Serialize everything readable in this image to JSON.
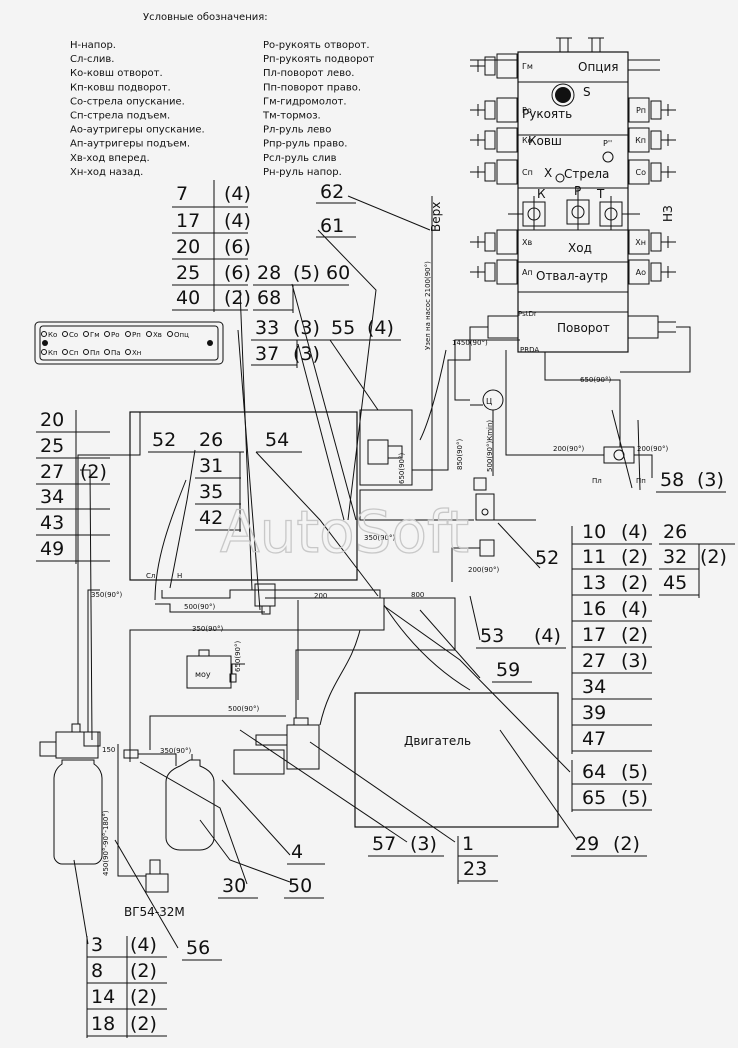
{
  "legend": {
    "title": "Условные обозначения:",
    "col1": [
      "Н-напор.",
      "Сл-слив.",
      "Ко-ковш отворот.",
      "Кп-ковш подворот.",
      "Со-стрела опускание.",
      "Сп-стрела подъем.",
      "Ао-аутригеры опускание.",
      "Ап-аутригеры подъем.",
      "Хв-ход вперед.",
      "Хн-ход назад."
    ],
    "col2": [
      "Ро-рукоять отворот.",
      "Рп-рукоять подворот",
      "Пл-поворот лево.",
      "Пп-поворот право.",
      "Гм-гидромолот.",
      "Тм-тормоз.",
      "Рл-руль лево",
      "Рпр-руль право.",
      "Рсл-руль слив",
      "Рн-руль напор."
    ]
  },
  "valve": {
    "label": "НЗ",
    "sections": [
      "Опция",
      "Рукоять",
      "Ковш",
      "Стрела",
      "Ход",
      "Отвал-аутр",
      "Поворот"
    ],
    "ports_left": [
      "Гм",
      "Ро",
      "Ко",
      "Сп",
      "Хв",
      "Ап"
    ],
    "ports_right": [
      "Рп",
      "Кп",
      "Со",
      "Хн",
      "Ао"
    ],
    "marks": [
      "S",
      "Р''",
      "К",
      "Р",
      "Т",
      "Х",
      "PstDr",
      "PRDA"
    ]
  },
  "engine": "Двигатель",
  "mou": "моу",
  "gauge": "ВГ54-32М",
  "verh": "Верх",
  "pump_node": "Узел на насос 2100(90°)",
  "hoses": [
    "1450(90°)",
    "650(90°)",
    "200(90°)",
    "200(90°)",
    "850(90°)",
    "500(90°)Кmin)",
    "350(90°)",
    "200(90°)",
    "350(90°)",
    "500(90°)",
    "200",
    "800",
    "350(90°)",
    "650(90°)",
    "500(90°)",
    "150",
    "350(90°)",
    "450(90°-90°-180°)",
    "650(90°)"
  ],
  "small_labels": [
    "Сл",
    "Н",
    "Пл",
    "Пп"
  ],
  "ports_block": {
    "top": [
      "Ко",
      "Со",
      "Гм",
      "Ро",
      "Рп",
      "Хв",
      "Опц"
    ],
    "bottom": [
      "Кп",
      "Сп",
      "Пл",
      "Па",
      "Хн"
    ]
  },
  "callouts": {
    "c62": "62",
    "c61": "61",
    "c7": "7",
    "q7": "(4)",
    "c17a": "17",
    "q17a": "(4)",
    "c20a": "20",
    "q20a": "(6)",
    "c25a": "25",
    "q25a": "(6)",
    "c40": "40",
    "q40": "(2)",
    "c28": "28",
    "q28": "(5)",
    "c60": "60",
    "c68": "68",
    "c33": "33",
    "q33": "(3)",
    "c55": "55",
    "q55": "(4)",
    "c37": "37",
    "q37": "(3)",
    "c20b": "20",
    "c25b": "25",
    "c27b": "27",
    "q27b": "(2)",
    "c34b": "34",
    "c43": "43",
    "c49": "49",
    "c52a": "52",
    "c26a": "26",
    "c54": "54",
    "c31": "31",
    "c35": "35",
    "c42": "42",
    "c58": "58",
    "q58": "(3)",
    "c10": "10",
    "q10": "(4)",
    "c11": "11",
    "q11": "(2)",
    "c13": "13",
    "q13": "(2)",
    "c16": "16",
    "q16": "(4)",
    "c17b": "17",
    "q17b": "(2)",
    "c27c": "27",
    "q27c": "(3)",
    "c34c": "34",
    "c39": "39",
    "c47": "47",
    "c26b": "26",
    "c32": "32",
    "q32": "(2)",
    "c45": "45",
    "c52b": "52",
    "c53": "53",
    "q53": "(4)",
    "c59": "59",
    "c64": "64",
    "q64": "(5)",
    "c65": "65",
    "q65": "(5)",
    "c29": "29",
    "q29": "(2)",
    "c57": "57",
    "q57": "(3)",
    "c1": "1",
    "c23": "23",
    "c4": "4",
    "c50": "50",
    "c30": "30",
    "c56": "56",
    "c3": "3",
    "q3": "(4)",
    "c8": "8",
    "q8": "(2)",
    "c14": "14",
    "q14": "(2)",
    "c18": "18",
    "q18": "(2)"
  },
  "watermark": "AutoSoft"
}
